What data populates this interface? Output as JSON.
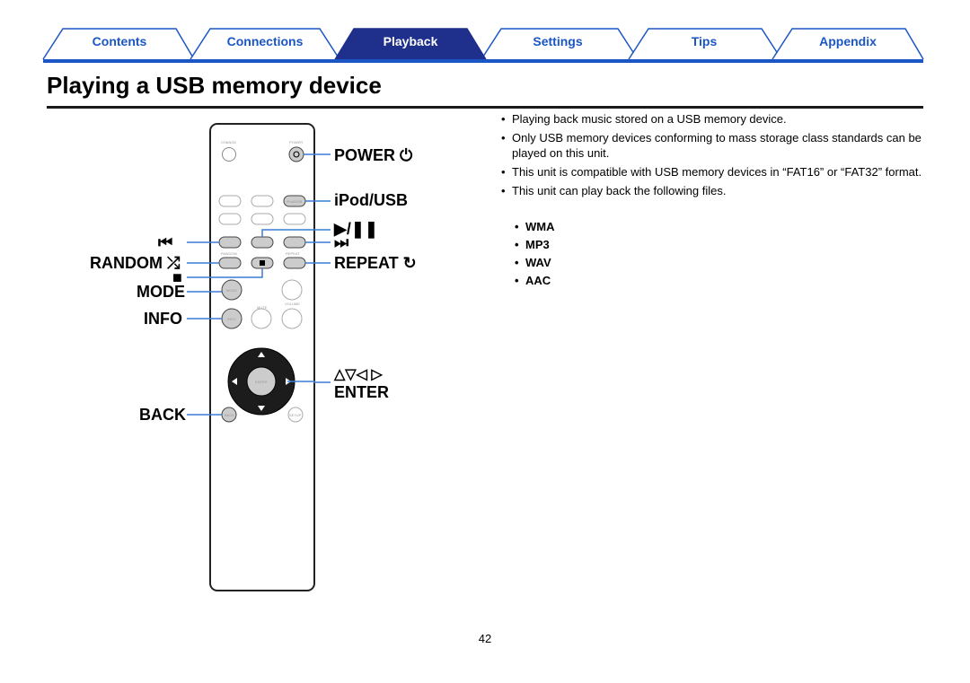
{
  "tabs": [
    {
      "label": "Contents",
      "active": false
    },
    {
      "label": "Connections",
      "active": false
    },
    {
      "label": "Playback",
      "active": true
    },
    {
      "label": "Settings",
      "active": false
    },
    {
      "label": "Tips",
      "active": false
    },
    {
      "label": "Appendix",
      "active": false
    }
  ],
  "colors": {
    "accent": "#1a56c4",
    "active_tab": "#1e2f8c",
    "callout_line": "#3a7bd5"
  },
  "title": "Playing a USB memory device",
  "remote": {
    "labels": {
      "change": "CHANGE",
      "power": "POWER",
      "random": "RANDOM",
      "repeat": "REPEAT",
      "mode": "MODE",
      "mute": "MUTE",
      "volume": "VOLUME",
      "info": "INFO",
      "enter": "ENTER",
      "back": "BACK",
      "setup": "SETUP",
      "ipod_usb": "iPod/USB"
    }
  },
  "callouts": {
    "power": "POWER ⏻",
    "ipod_usb": "iPod/USB",
    "play_pause": "▶/❚❚",
    "prev": "⏮",
    "next": "⏭",
    "random": "RANDOM ⤮",
    "repeat": "REPEAT ↻",
    "stop": "■",
    "mode": "MODE",
    "info": "INFO",
    "cursor": "△▽◁ ▷",
    "enter": "ENTER",
    "back": "BACK"
  },
  "bullets": [
    "Playing back music stored on a USB memory device.",
    "Only USB memory devices conforming to mass storage class standards can be played on this unit.",
    "This unit is compatible with USB memory devices in “FAT16” or “FAT32” format.",
    "This unit can play back the following files."
  ],
  "formats": [
    "WMA",
    "MP3",
    "WAV",
    "AAC"
  ],
  "page_number": "42"
}
